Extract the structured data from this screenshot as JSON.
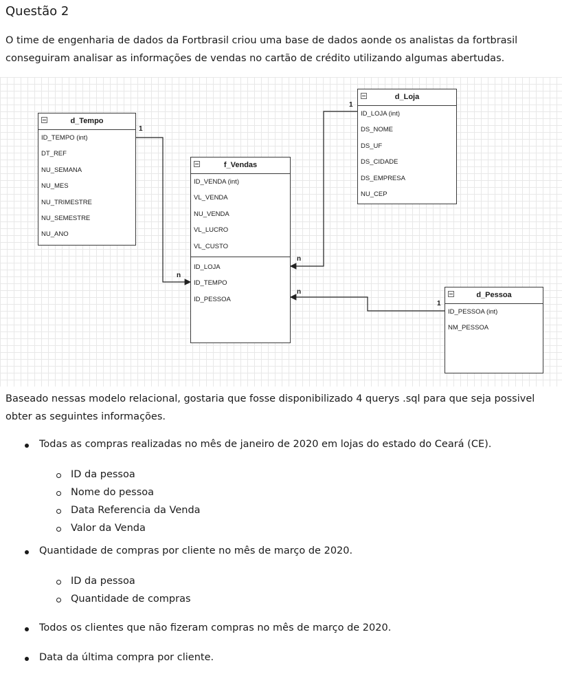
{
  "title": "Questão 2",
  "intro": "O time de engenharia de dados da Fortbrasil criou uma base de dados aonde os analistas da fortbrasil conseguiram analisar as informações de vendas no cartão de crédito utilizando algumas abertudas.",
  "diagram": {
    "entities": {
      "d_tempo": {
        "name": "d_Tempo",
        "fields": [
          "ID_TEMPO (int)",
          "DT_REF",
          "NU_SEMANA",
          "NU_MES",
          "NU_TRIMESTRE",
          "NU_SEMESTRE",
          "NU_ANO"
        ]
      },
      "f_vendas": {
        "name": "f_Vendas",
        "measures": [
          "ID_VENDA (int)",
          "VL_VENDA",
          "NU_VENDA",
          "VL_LUCRO",
          "VL_CUSTO"
        ],
        "keys": [
          "ID_LOJA",
          "ID_TEMPO",
          "ID_PESSOA"
        ]
      },
      "d_loja": {
        "name": "d_Loja",
        "fields": [
          "ID_LOJA (int)",
          "DS_NOME",
          "DS_UF",
          "DS_CIDADE",
          "DS_EMPRESA",
          "NU_CEP"
        ]
      },
      "d_pessoa": {
        "name": "d_Pessoa",
        "fields": [
          "ID_PESSOA (int)",
          "NM_PESSOA"
        ]
      }
    },
    "relations": {
      "tempo_vendas": {
        "one": "1",
        "many": "n"
      },
      "loja_vendas": {
        "one": "1",
        "many": "n"
      },
      "pessoa_vendas": {
        "one": "1",
        "many": "n"
      }
    }
  },
  "paragraph": "Baseado nessas modelo relacional, gostaria que fosse disponibilizado 4 querys .sql para que seja possivel obter as seguintes informações.",
  "requirements": [
    {
      "text": "Todas as compras realizadas no mês de janeiro de 2020 em lojas do estado do Ceará (CE).",
      "subitems": [
        "ID da pessoa",
        "Nome do pessoa",
        "Data Referencia da Venda",
        "Valor da Venda"
      ]
    },
    {
      "text": "Quantidade de compras por cliente no mês de março de 2020.",
      "subitems": [
        "ID da pessoa",
        "Quantidade de compras"
      ]
    },
    {
      "text": "Todos os clientes que não fizeram compras no mês de março de 2020.",
      "subitems": []
    },
    {
      "text": "Data da última compra por cliente.",
      "subitems": []
    }
  ]
}
